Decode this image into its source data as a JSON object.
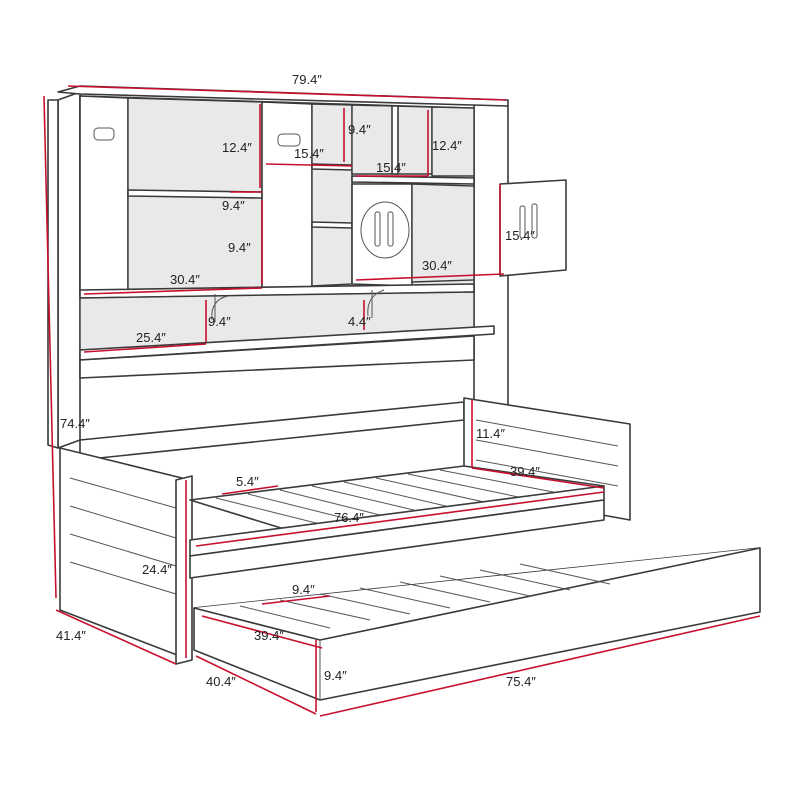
{
  "diagram": {
    "colors": {
      "dimension": "#c8102e",
      "outline": "#3a3a3a",
      "panel": "#e9e9e9"
    },
    "dimensions": [
      "79.4″",
      "12.4″",
      "9.4″",
      "15.4″",
      "15.4″",
      "12.4″",
      "9.4″",
      "9.4″",
      "15.4″",
      "30.4″",
      "30.4″",
      "9.4″",
      "25.4″",
      "4.4″",
      "74.4″",
      "11.4″",
      "5.4″",
      "39.4″",
      "76.4″",
      "24.4″",
      "9.4″",
      "41.4″",
      "39.4″",
      "40.4″",
      "9.4″",
      "75.4″"
    ]
  }
}
